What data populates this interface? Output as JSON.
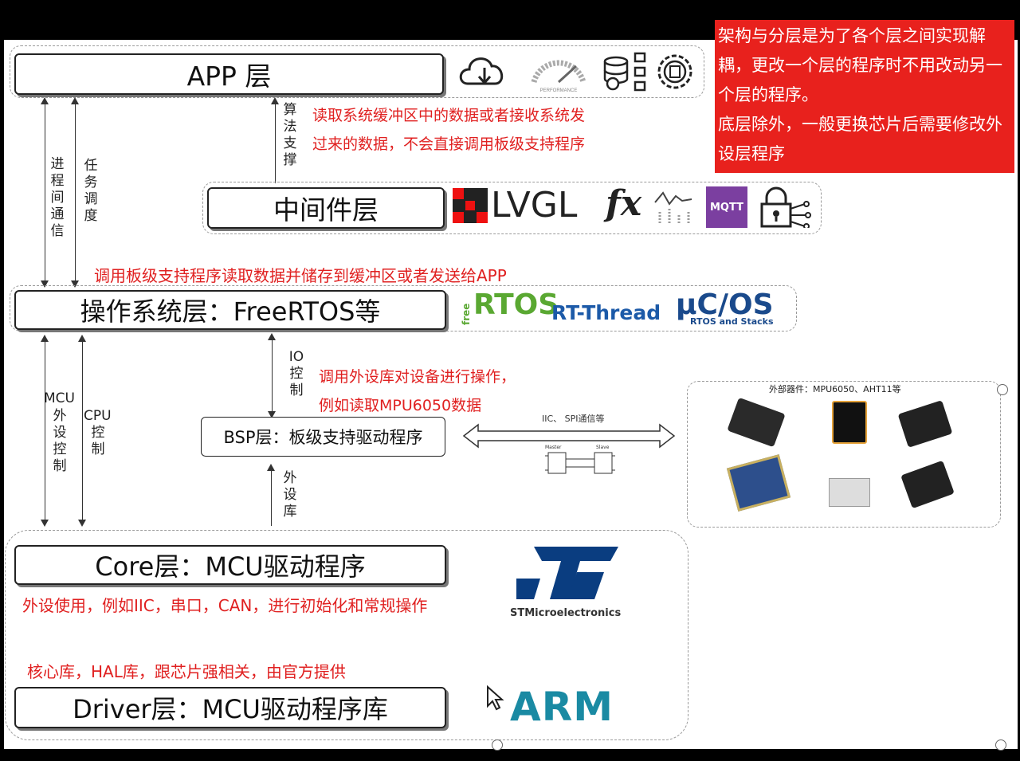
{
  "note": {
    "text1": "架构与分层是为了各个层之间实现解耦，更改一个层的程序时不用改动另一个层的程序。",
    "text2": "底层除外，一般更换芯片后需要修改外设层程序"
  },
  "layers": {
    "app": "APP 层",
    "middleware": "中间件层",
    "os": "操作系统层：FreeRTOS等",
    "bsp": "BSP层：板级支持驱动程序",
    "core": "Core层：MCU驱动程序",
    "driver": "Driver层：MCU驱动程序库"
  },
  "annotations": {
    "app_read": "读取系统缓冲区中的数据或者接收系统发\n过来的数据，不会直接调用板级支持程序",
    "os_call": "调用板级支持程序读取数据并储存到缓冲区或者发送给APP",
    "bsp_call": "调用外设库对设备进行操作，\n例如读取MPU6050数据",
    "core_desc": "外设使用，例如IIC，串口，CAN，进行初始化和常规操作",
    "driver_desc": "核心库，HAL库，跟芯片强相关，由官方提供"
  },
  "vertical_labels": {
    "algo": "算法支撑",
    "ipc": "进程间通信",
    "task": "任务调度",
    "io": "IO控制",
    "mcu_periph_word": "MCU",
    "mcu_periph": "外设控制",
    "cpu_word": "CPU",
    "cpu": "控制",
    "periph_lib": "外设库"
  },
  "logos": {
    "performance": "PERFORMANCE",
    "lvgl": "LVGL",
    "fx": "fx",
    "mqtt": "MQTT",
    "freertos_free": "free",
    "freertos_rtos": "RTOS",
    "rtthread": "RT-Thread",
    "ucos": "μC/OS",
    "ucos_sub": "RTOS and Stacks",
    "st_name": "STMicroelectronics",
    "arm": "ARM"
  },
  "bus": {
    "label": "IIC、 SPI通信等",
    "master": "Master",
    "slave": "Slave"
  },
  "devices": {
    "label": "外部器件：MPU6050、AHT11等"
  },
  "colors": {
    "annotation": "#e02020",
    "note_bg": "#e8211d",
    "mqtt": "#7b3fa0",
    "rtos_green": "#5aa832",
    "rtthread_blue": "#1c5aa8",
    "ucos_blue": "#1a4a8c",
    "st_blue": "#0a3d80",
    "arm_teal": "#1a8aa3"
  }
}
